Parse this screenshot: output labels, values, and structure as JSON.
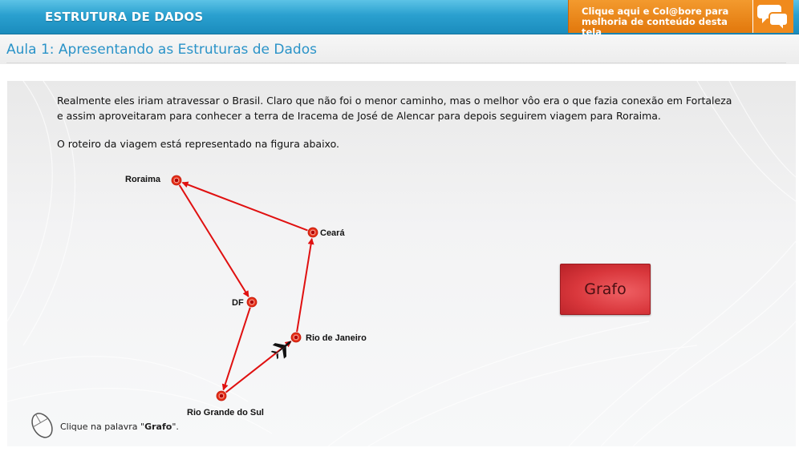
{
  "header": {
    "app_title": "ESTRUTURA DE DADOS",
    "feedback_line1": "Clique aqui e Col@bore para",
    "feedback_line2": "melhoria de conteúdo desta tela",
    "feedback_icon": "chat-bubbles-icon"
  },
  "lesson": {
    "title": "Aula 1: Apresentando as Estruturas de Dados"
  },
  "content": {
    "paragraph1_line1": "Realmente eles iriam atravessar o Brasil. Claro que não foi o menor caminho, mas o melhor vôo era o que fazia conexão em Fortaleza",
    "paragraph1_line2": "e assim aproveitaram para conhecer a terra de Iracema de José de Alencar para depois seguirem viagem para Roraima.",
    "paragraph2": "O roteiro da viagem está representado na figura abaixo.",
    "grafo_button": "Grafo",
    "hint_prefix": "Clique na palavra \"",
    "hint_word": "Grafo",
    "hint_suffix": "\"."
  },
  "diagram": {
    "nodes": [
      "Roraima",
      "Ceará",
      "DF",
      "Rio de Janeiro",
      "Rio Grande do Sul"
    ],
    "route": [
      [
        "Rio de Janeiro",
        "Ceará"
      ],
      [
        "Ceará",
        "Roraima"
      ],
      [
        "Roraima",
        "DF"
      ],
      [
        "DF",
        "Rio Grande do Sul"
      ],
      [
        "Rio Grande do Sul",
        "Rio de Janeiro"
      ]
    ],
    "edge_color": "#e01010",
    "node_color": "#e8331b",
    "icons": [
      "airplane-icon"
    ]
  },
  "colors": {
    "header_blue": "#2aa0cf",
    "feedback_orange": "#e2780c",
    "title_blue": "#2a93c8",
    "button_red": "#d9373c"
  }
}
